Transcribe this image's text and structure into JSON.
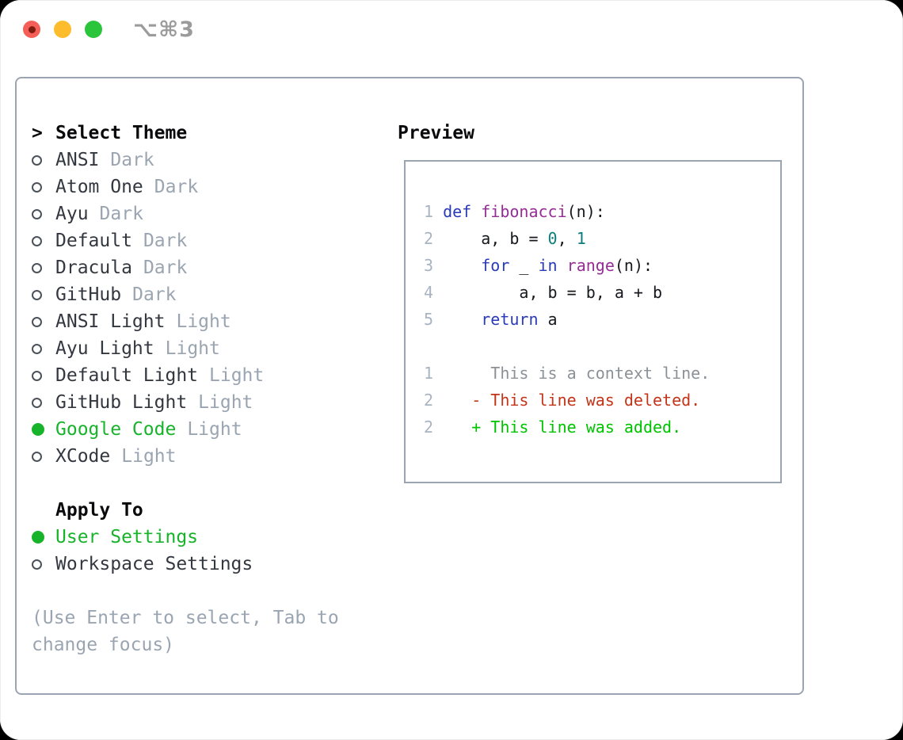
{
  "window": {
    "title": "⌥⌘3"
  },
  "theme_picker": {
    "cursor": ">",
    "title": "Select Theme",
    "themes": [
      {
        "name": "ANSI",
        "variant": "Dark",
        "selected": false
      },
      {
        "name": "Atom One",
        "variant": "Dark",
        "selected": false
      },
      {
        "name": "Ayu",
        "variant": "Dark",
        "selected": false
      },
      {
        "name": "Default",
        "variant": "Dark",
        "selected": false
      },
      {
        "name": "Dracula",
        "variant": "Dark",
        "selected": false
      },
      {
        "name": "GitHub",
        "variant": "Dark",
        "selected": false
      },
      {
        "name": "ANSI Light",
        "variant": "Light",
        "selected": false
      },
      {
        "name": "Ayu Light",
        "variant": "Light",
        "selected": false
      },
      {
        "name": "Default Light",
        "variant": "Light",
        "selected": false
      },
      {
        "name": "GitHub Light",
        "variant": "Light",
        "selected": false
      },
      {
        "name": "Google Code",
        "variant": "Light",
        "selected": true
      },
      {
        "name": "XCode",
        "variant": "Light",
        "selected": false
      }
    ],
    "apply_to": {
      "title": "Apply To",
      "options": [
        {
          "name": "User Settings",
          "selected": true
        },
        {
          "name": "Workspace Settings",
          "selected": false
        }
      ]
    },
    "hint": "(Use Enter to select, Tab to change focus)"
  },
  "preview": {
    "title": "Preview",
    "lines": [
      {
        "number": "1",
        "tokens": [
          [
            " ",
            "plain"
          ],
          [
            "def",
            "kw"
          ],
          [
            " ",
            "plain"
          ],
          [
            "fibonacci",
            "fn"
          ],
          [
            "(n):",
            "plain"
          ]
        ]
      },
      {
        "number": "2",
        "tokens": [
          [
            "     a, b = ",
            "plain"
          ],
          [
            "0",
            "num"
          ],
          [
            ", ",
            "plain"
          ],
          [
            "1",
            "num"
          ]
        ]
      },
      {
        "number": "3",
        "tokens": [
          [
            "     ",
            "plain"
          ],
          [
            "for",
            "kw"
          ],
          [
            " _ ",
            "plain"
          ],
          [
            "in",
            "kw"
          ],
          [
            " ",
            "plain"
          ],
          [
            "range",
            "fn"
          ],
          [
            "(n):",
            "plain"
          ]
        ]
      },
      {
        "number": "4",
        "tokens": [
          [
            "         a, b = b, a + b",
            "plain"
          ]
        ]
      },
      {
        "number": "5",
        "tokens": [
          [
            "     ",
            "plain"
          ],
          [
            "return",
            "kw"
          ],
          [
            " a",
            "plain"
          ]
        ]
      },
      {
        "number": "",
        "tokens": []
      },
      {
        "number": "1",
        "tokens": [
          [
            "      This is a context line.",
            "ctx"
          ]
        ]
      },
      {
        "number": "2",
        "tokens": [
          [
            "    ",
            "plain"
          ],
          [
            "- This line was deleted.",
            "del"
          ]
        ]
      },
      {
        "number": "2",
        "tokens": [
          [
            "    ",
            "plain"
          ],
          [
            "+ This line was added.",
            "add"
          ]
        ]
      }
    ]
  },
  "colors": {
    "accent_green": "#17b32a",
    "diff_added": "#00c300",
    "diff_removed": "#c43418",
    "keyword_blue": "#2a3ab8",
    "function_purple": "#952d95",
    "number_teal": "#0b7d7d",
    "code_plain": "#16181d",
    "line_number": "#a9b4c2",
    "context_gray": "#8b9197",
    "muted_gray": "#9aa5b1",
    "text_dark": "#33373f",
    "heading_black": "#0a0a0c",
    "panel_border": "#9aa5b1",
    "traffic_red": "#f65f57",
    "traffic_yellow": "#fcbc2c",
    "traffic_green": "#2bc53c",
    "title_gray": "#9b9b9b"
  }
}
